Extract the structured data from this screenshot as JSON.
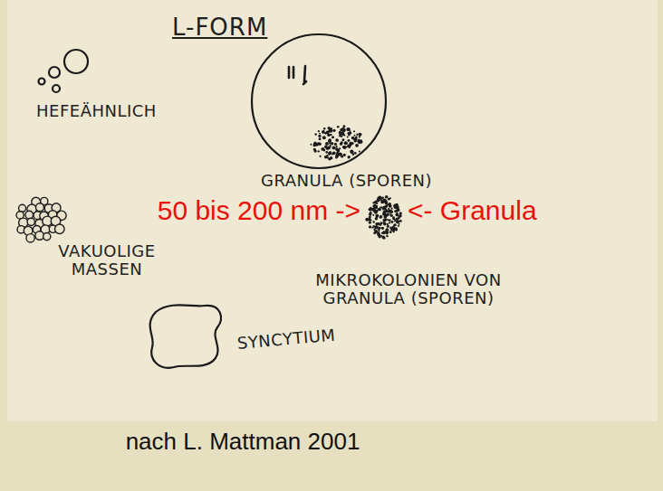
{
  "diagram": {
    "title": "L-FORM",
    "caption": "nach L. Mattman 2001",
    "labels": [
      "HEFEÄHNLICH",
      "GRANULA (SPOREN)",
      "50 bis 200 nm ->",
      "<- Granula",
      "VAKUOLIGE MASSEN",
      "MIKROKOLONIEN VON GRANULA (SPOREN)",
      "SYNCYTIUM"
    ]
  }
}
